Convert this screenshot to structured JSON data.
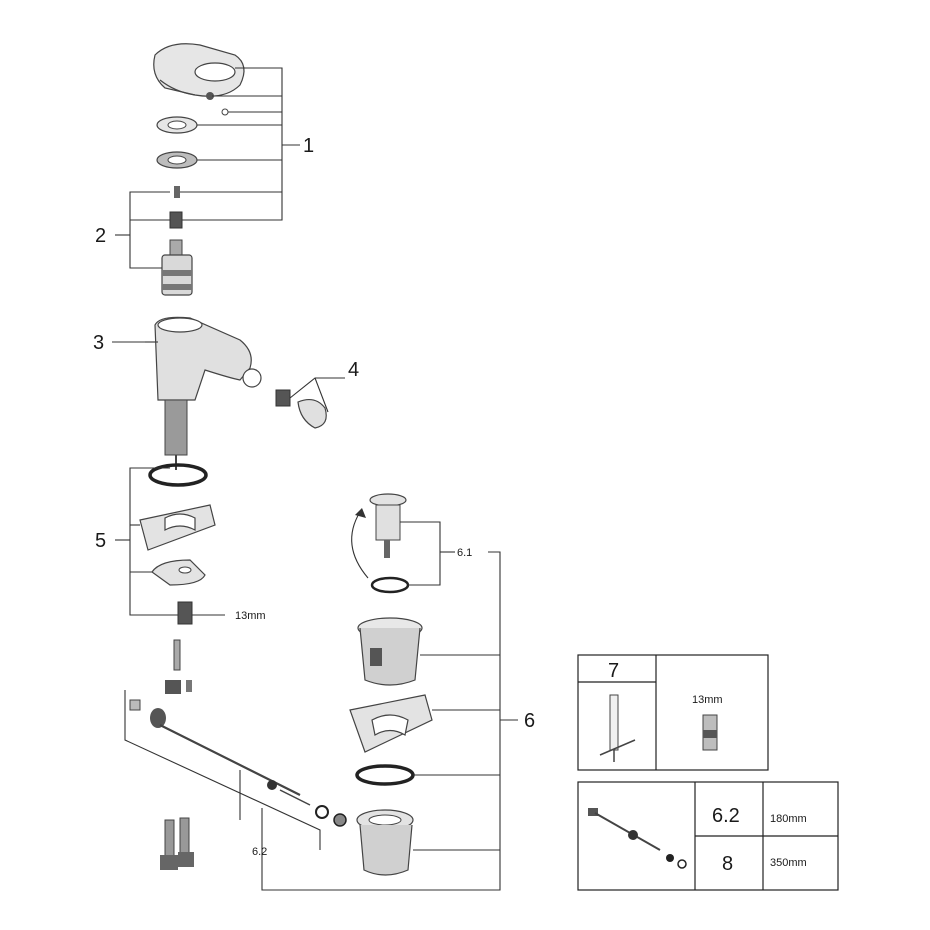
{
  "callouts": {
    "c1": "1",
    "c2": "2",
    "c3": "3",
    "c4": "4",
    "c5": "5",
    "c6": "6",
    "c61": "6.1",
    "c62": "6.2",
    "c7": "7",
    "c8": "8"
  },
  "dimensions": {
    "wrench_5": "13mm",
    "wrench_7": "13mm",
    "rod_62": "180mm",
    "rod_8": "350mm"
  },
  "colors": {
    "line": "#333333",
    "part_fill": "#d9d9d9",
    "part_dark": "#555555"
  }
}
